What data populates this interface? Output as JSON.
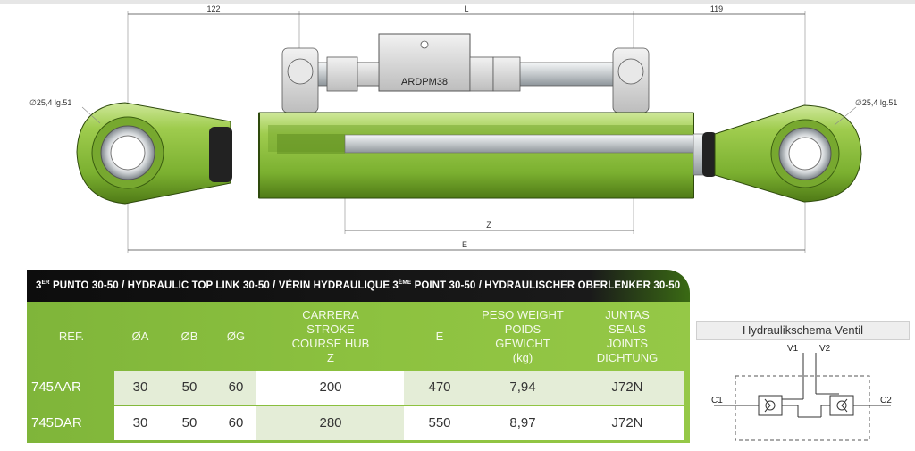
{
  "drawing": {
    "model_label": "ARDPM38",
    "dim_left": "122",
    "dim_L": "L",
    "dim_right": "119",
    "dim_Z": "Z",
    "dim_E": "E",
    "dia_G": "ØG",
    "dia_B": "ØB",
    "dia_A": "ØA",
    "pin_left": "∅25,4  lg.51",
    "pin_right": "∅25,4  lg.51",
    "colors": {
      "body": "#86b83a",
      "rod": "#d0d4d6",
      "dark": "#2a2a2a"
    }
  },
  "table": {
    "title_parts": {
      "p1": "3",
      "p1_sup": "ER",
      "p2": " PUNTO 30-50 / HYDRAULIC TOP LINK 30-50 / VÉRIN HYDRAULIQUE 3",
      "p2_sup": "ÈME",
      "p3": " POINT 30-50 / HYDRAULISCHER OBERLENKER 30-50"
    },
    "headers": {
      "ref": "REF.",
      "a": "ØA",
      "b": "ØB",
      "g": "ØG",
      "stroke": [
        "CARRERA",
        "STROKE",
        "COURSE HUB",
        "Z"
      ],
      "e": "E",
      "weight": [
        "PESO WEIGHT",
        "POIDS",
        "GEWICHT",
        "(kg)"
      ],
      "seals": [
        "JUNTAS",
        "SEALS",
        "JOINTS",
        "DICHTUNG"
      ]
    },
    "rows": [
      {
        "ref": "745AAR",
        "a": "30",
        "b": "50",
        "g": "60",
        "z": "200",
        "e": "470",
        "weight": "7,94",
        "seals": "J72N"
      },
      {
        "ref": "745DAR",
        "a": "30",
        "b": "50",
        "g": "60",
        "z": "280",
        "e": "550",
        "weight": "8,97",
        "seals": "J72N"
      }
    ]
  },
  "schema": {
    "title": "Hydraulikschema Ventil",
    "v1": "V1",
    "v2": "V2",
    "c1": "C1",
    "c2": "C2"
  }
}
